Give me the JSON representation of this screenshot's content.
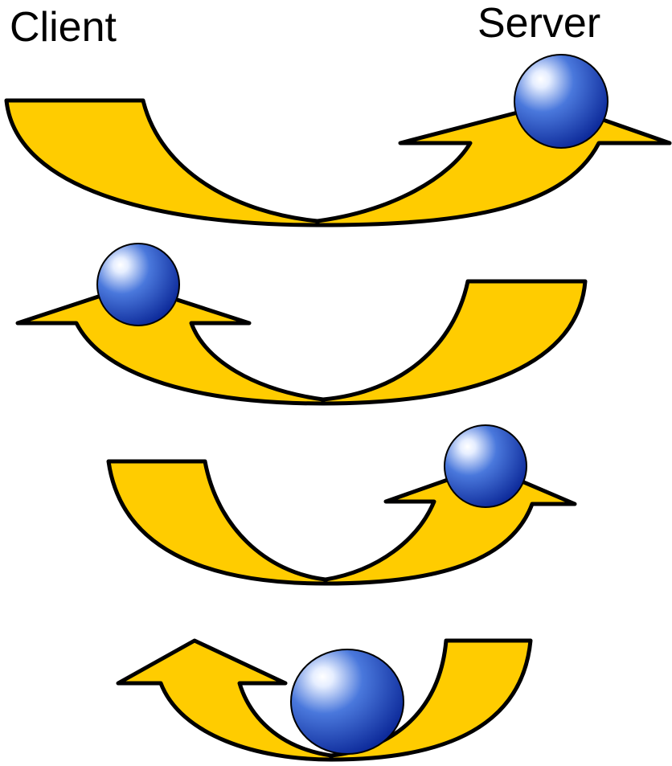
{
  "labels": {
    "client": "Client",
    "server": "Server"
  },
  "colors": {
    "arrow_fill": "#FFCC00",
    "arrow_outline": "#000000",
    "ball_highlight": "#ffffff",
    "ball_mid": "#4a78dc",
    "ball_dark": "#0d2a9a",
    "background": "#ffffff"
  },
  "rows": [
    {
      "direction": "client-to-server",
      "ball": "at-server"
    },
    {
      "direction": "server-to-client",
      "ball": "at-client"
    },
    {
      "direction": "client-to-server",
      "ball": "at-server"
    },
    {
      "direction": "server-to-client",
      "ball": "in-transit"
    }
  ]
}
